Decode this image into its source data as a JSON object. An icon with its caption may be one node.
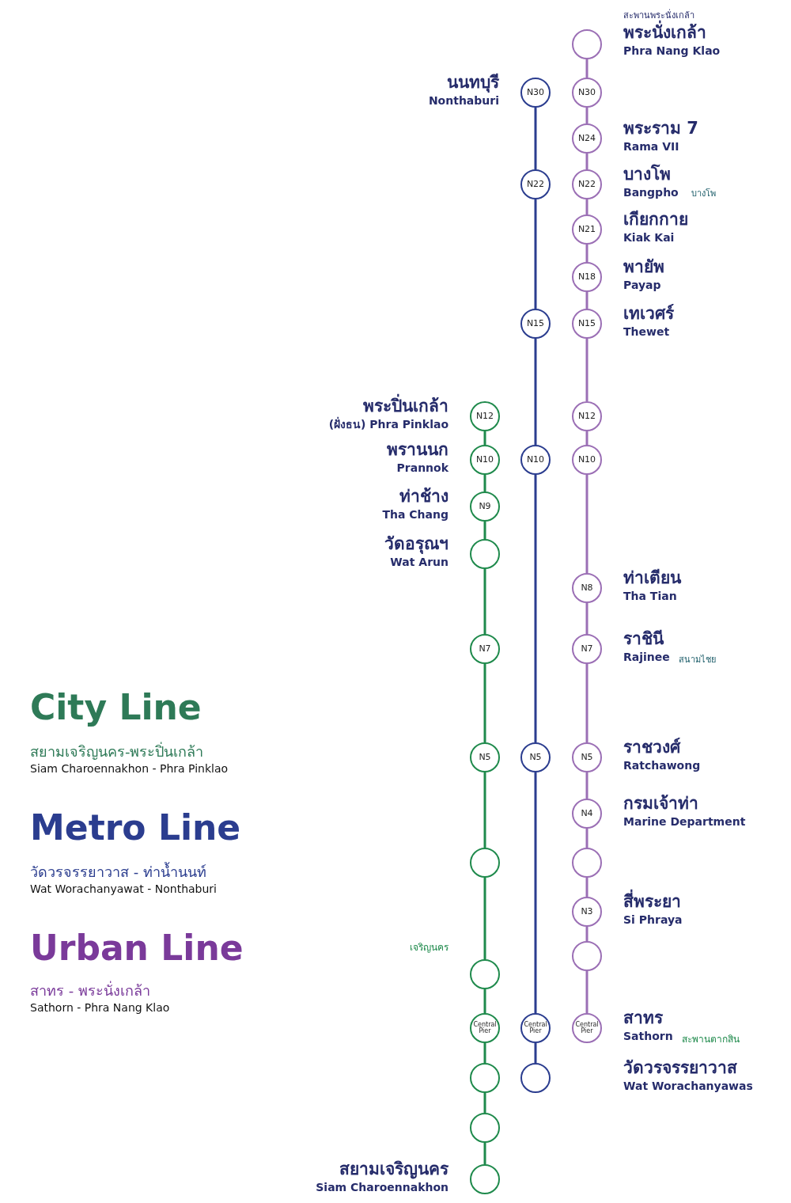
{
  "diagram": {
    "nodes": [
      {
        "text": [],
        "shape": "circle",
        "beside": [
          "สะพานพระนั่งเกล้า",
          "พระนั่งเกล้า",
          "Phra Nang Klao"
        ]
      },
      {
        "text": [
          "N30"
        ]
      },
      {
        "text": [
          "N24"
        ],
        "beside": [
          "พระราม 7",
          "Rama VII"
        ]
      },
      {
        "text": [
          "N22"
        ],
        "beside": [
          "บางโพ",
          "Bangpho",
          "บางโพ"
        ]
      },
      {
        "text": [
          "N21"
        ],
        "beside": [
          "เกียกกาย",
          "Kiak Kai"
        ]
      },
      {
        "text": [
          "N18"
        ],
        "beside": [
          "พายัพ",
          "Payap"
        ]
      },
      {
        "text": [
          "N15"
        ],
        "beside": [
          "เทเวศร์",
          "Thewet"
        ]
      },
      {
        "text": [
          "N12"
        ]
      },
      {
        "text": [
          "N10"
        ]
      },
      {
        "text": [
          "N8"
        ],
        "beside": [
          "ท่าเตียน",
          "Tha Tian"
        ]
      },
      {
        "text": [
          "N7"
        ],
        "beside": [
          "ราชินี",
          "Rajinee",
          "สนามไชย"
        ]
      },
      {
        "text": [
          "N5"
        ],
        "beside": [
          "ราชวงศ์",
          "Ratchawong"
        ]
      },
      {
        "text": [
          "N4"
        ],
        "beside": [
          "กรมเจ้าท่า",
          "Marine Department"
        ]
      },
      {
        "text": [],
        "shape": "circle"
      },
      {
        "text": [
          "N3"
        ],
        "beside": [
          "สี่พระยา",
          "Si Phraya"
        ]
      },
      {
        "text": [],
        "shape": "circle"
      },
      {
        "text": [
          "Central Pier"
        ],
        "beside": [
          "สาทร",
          "Sathorn",
          "สะพานตากสิน"
        ]
      },
      {
        "text": [
          "N30"
        ],
        "beside": [
          "นนทบุรี",
          "Nonthaburi"
        ]
      },
      {
        "text": [
          "N22"
        ]
      },
      {
        "text": [
          "N15"
        ]
      },
      {
        "text": [
          "N10"
        ]
      },
      {
        "text": [
          "N5"
        ]
      },
      {
        "text": [
          "Central Pier"
        ]
      },
      {
        "text": [],
        "shape": "circle",
        "beside": [
          "วัดวรจรรยาวาส",
          "Wat Worachanyawas"
        ]
      },
      {
        "text": [
          "N12"
        ],
        "beside": [
          "พระปิ่นเกล้า",
          "(ฝั่งธน) Phra Pinklao"
        ]
      },
      {
        "text": [
          "N10"
        ],
        "beside": [
          "พรานนก",
          "Prannok"
        ]
      },
      {
        "text": [
          "N9"
        ],
        "beside": [
          "ท่าช้าง",
          "Tha Chang"
        ]
      },
      {
        "text": [],
        "shape": "circle",
        "beside": [
          "วัดอรุณฯ",
          "Wat Arun"
        ]
      },
      {
        "text": [
          "N7"
        ]
      },
      {
        "text": [
          "N5"
        ]
      },
      {
        "text": [],
        "shape": "circle"
      },
      {
        "text": [],
        "shape": "circle",
        "beside": [
          "เจริญนคร"
        ]
      },
      {
        "text": [
          "Central Pier"
        ]
      },
      {
        "text": [],
        "shape": "circle"
      },
      {
        "text": [],
        "shape": "circle"
      },
      {
        "text": [],
        "shape": "circle",
        "beside": [
          "สยามเจริญนคร",
          "Siam Charoennakhon"
        ]
      }
    ],
    "edges": [
      {
        "from": 0,
        "to": 1,
        "arrow": "none"
      },
      {
        "from": 1,
        "to": 2,
        "arrow": "none"
      },
      {
        "from": 2,
        "to": 3,
        "arrow": "none"
      },
      {
        "from": 3,
        "to": 4,
        "arrow": "none"
      },
      {
        "from": 4,
        "to": 5,
        "arrow": "none"
      },
      {
        "from": 5,
        "to": 6,
        "arrow": "none"
      },
      {
        "from": 6,
        "to": 7,
        "arrow": "none"
      },
      {
        "from": 7,
        "to": 8,
        "arrow": "none"
      },
      {
        "from": 8,
        "to": 9,
        "arrow": "none"
      },
      {
        "from": 9,
        "to": 10,
        "arrow": "none"
      },
      {
        "from": 10,
        "to": 11,
        "arrow": "none"
      },
      {
        "from": 11,
        "to": 12,
        "arrow": "none"
      },
      {
        "from": 12,
        "to": 13,
        "arrow": "none"
      },
      {
        "from": 13,
        "to": 14,
        "arrow": "none"
      },
      {
        "from": 14,
        "to": 15,
        "arrow": "none"
      },
      {
        "from": 15,
        "to": 16,
        "arrow": "none"
      },
      {
        "from": 17,
        "to": 18,
        "arrow": "none",
        "color": "#2b3d8f"
      },
      {
        "from": 18,
        "to": 19,
        "arrow": "none",
        "color": "#2b3d8f"
      },
      {
        "from": 19,
        "to": 20,
        "arrow": "none",
        "color": "#2b3d8f"
      },
      {
        "from": 20,
        "to": 21,
        "arrow": "none",
        "color": "#2b3d8f"
      },
      {
        "from": 21,
        "to": 22,
        "arrow": "none",
        "color": "#2b3d8f"
      },
      {
        "from": 22,
        "to": 23,
        "arrow": "none",
        "color": "#2b3d8f"
      },
      {
        "from": 24,
        "to": 25,
        "arrow": "none",
        "color": "#1f8a4c"
      },
      {
        "from": 25,
        "to": 26,
        "arrow": "none",
        "color": "#1f8a4c"
      },
      {
        "from": 26,
        "to": 27,
        "arrow": "none",
        "color": "#1f8a4c"
      },
      {
        "from": 27,
        "to": 28,
        "arrow": "none",
        "color": "#1f8a4c"
      },
      {
        "from": 28,
        "to": 29,
        "arrow": "none",
        "color": "#1f8a4c"
      },
      {
        "from": 29,
        "to": 30,
        "arrow": "none",
        "color": "#1f8a4c"
      },
      {
        "from": 30,
        "to": 31,
        "arrow": "none",
        "color": "#1f8a4c"
      },
      {
        "from": 31,
        "to": 32,
        "arrow": "none",
        "color": "#1f8a4c"
      },
      {
        "from": 32,
        "to": 33,
        "arrow": "none",
        "color": "#1f8a4c"
      },
      {
        "from": 33,
        "to": 34,
        "arrow": "none",
        "color": "#1f8a4c"
      },
      {
        "from": 34,
        "to": 35,
        "arrow": "none",
        "color": "#1f8a4c"
      }
    ],
    "labels": [
      "City Line",
      "สยามเจริญนคร-พระปิ่นเกล้า",
      "Siam Charoennakhon - Phra Pinklao",
      "Metro Line",
      "วัดวรจรรยาวาส - ท่าน้ำนนท์",
      "Wat Worachanyawat - Nonthaburi",
      "Urban Line",
      "สาทร - พระนั่งเกล้า",
      "Sathorn - Phra Nang Klao"
    ]
  }
}
